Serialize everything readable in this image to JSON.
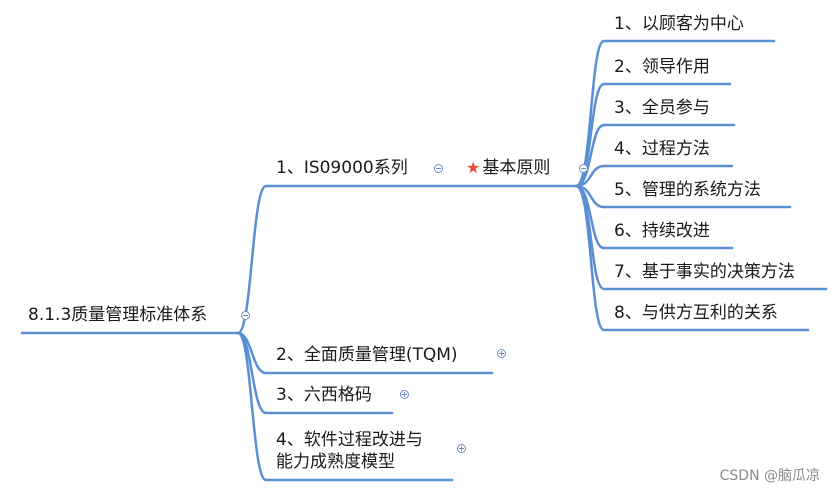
{
  "root": {
    "label": "8.1.3质量管理标准体系"
  },
  "branches": [
    {
      "label": "1、IS09000系列",
      "toggle": "collapse"
    },
    {
      "label": "2、全面质量管理(TQM)",
      "toggle": "expand"
    },
    {
      "label": "3、六西格码",
      "toggle": "expand"
    },
    {
      "label_line1": "4、软件过程改进与",
      "label_line2": "能力成熟度模型",
      "toggle": "expand"
    }
  ],
  "principles": {
    "label": "基本原则",
    "icon": "star-icon",
    "icon_color": "#e84a3a",
    "items": [
      "1、以顾客为中心",
      "2、领导作用",
      "3、全员参与",
      "4、过程方法",
      "5、管理的系统方法",
      "6、持续改进",
      "7、基于事实的决策方法",
      "8、与供方互利的关系"
    ]
  },
  "watermark": "CSDN @脑瓜凉",
  "colors": {
    "line": "#5b8fd3",
    "toggle": "#6b8fc8",
    "star": "#e84a3a"
  }
}
